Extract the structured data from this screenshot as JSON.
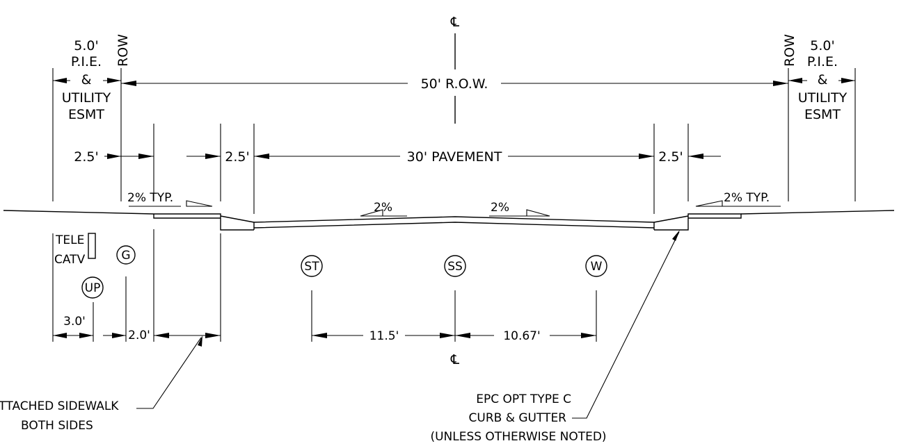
{
  "centerline": {
    "symbol": "℄"
  },
  "row": {
    "label": "ROW",
    "width_label": "50' R.O.W."
  },
  "easement": {
    "width": "5.0'",
    "line1": "P.I.E.",
    "line2": "&",
    "line3": "UTILITY",
    "line4": "ESMT"
  },
  "dimensions": {
    "left_offset": "2.5'",
    "left_walk_offset": "2.5'",
    "pavement": "30' PAVEMENT",
    "right_offset": "2.5'",
    "util_left": "3.0'",
    "util_right": "2.0'",
    "storm_dim": "11.5'",
    "water_dim": "10.67'"
  },
  "slopes": {
    "left_typ": "2% TYP.",
    "right_typ": "2% TYP.",
    "pave_left": "2%",
    "pave_right": "2%"
  },
  "utilities": {
    "tele": "TELE",
    "catv": "CATV",
    "gas": "G",
    "power": "UP",
    "storm": "ST",
    "sanitary": "SS",
    "water": "W"
  },
  "notes": {
    "sidewalk_line1": "ATTACHED SIDEWALK",
    "sidewalk_line2": "BOTH SIDES",
    "curb_line1": "EPC OPT TYPE C",
    "curb_line2": "CURB & GUTTER",
    "curb_line3": "(UNLESS OTHERWISE NOTED)"
  }
}
